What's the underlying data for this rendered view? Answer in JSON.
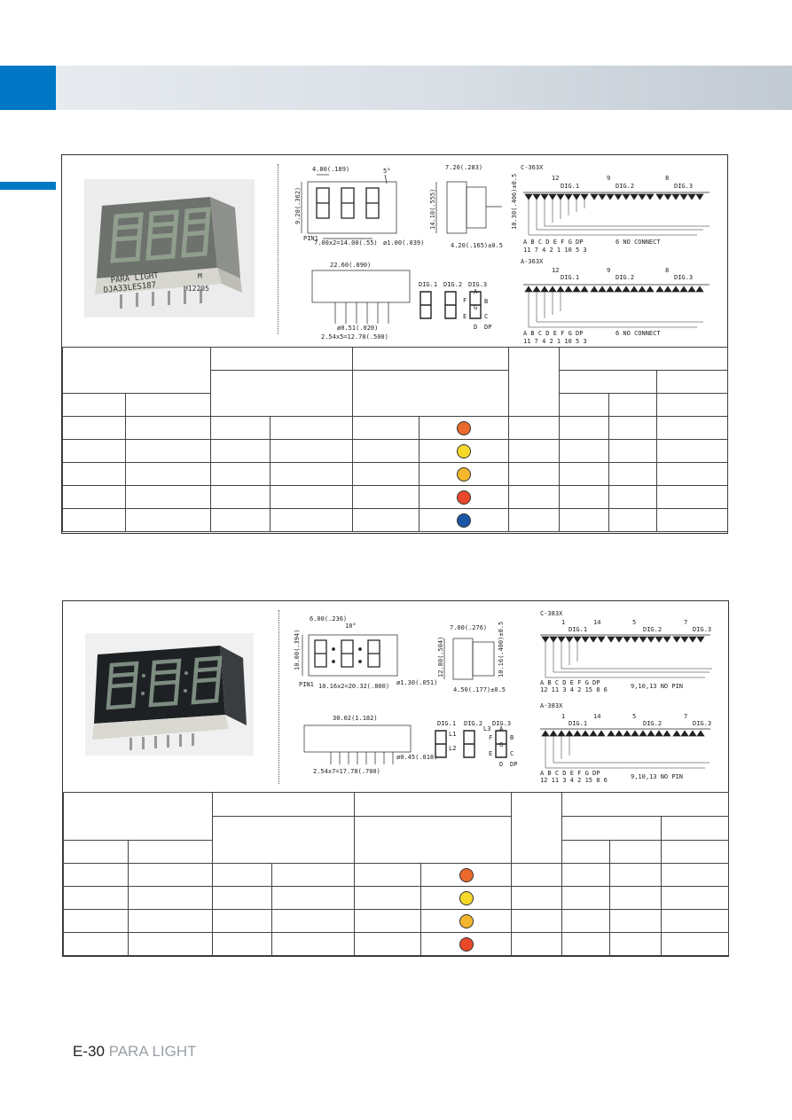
{
  "footer": {
    "page_prefix": "E-",
    "page_number": "30",
    "brand": " PARA LIGHT"
  },
  "panels": [
    {
      "photo": {
        "brand_text": "PARA LIGHT",
        "part_text": "DJA33LES187",
        "suffix": "M",
        "code": "H12205"
      },
      "dims": {
        "char_w": "4.80(.189)",
        "slant": "5°",
        "height": "9.20(.362)",
        "pitch": "7.00x2=14.00(.55)",
        "dot": "ø1.00(.039)",
        "pin1": "PIN1",
        "side_w": "7.20(.283)",
        "side_h": "14.10(.555)",
        "pin_len": "10.30(.406)±0.5",
        "standoff": "4.20(.165)±0.5",
        "body_w": "22.60(.890)",
        "pin_d": "ø0.51(.020)",
        "pin_pitch": "2.54x5=12.70(.500)"
      },
      "digits": [
        "DIG.1",
        "DIG.2",
        "DIG.3"
      ],
      "segments": [
        "A",
        "B",
        "C",
        "D",
        "E",
        "F",
        "G",
        "DP"
      ],
      "schematic": {
        "c_title": "C-363X",
        "a_title": "A-363X",
        "common_pins": [
          "12",
          "9",
          "8"
        ],
        "seg_labels": "A  B  C  D E  F  G DP",
        "seg_pins": "11 7  4  2  1 10 5  3",
        "note": "6  NO CONNECT"
      },
      "led_colors": [
        "#ea6a2d",
        "#f6d92b",
        "#f3b62c",
        "#e9482a",
        "#1a57a6"
      ]
    },
    {
      "dims": {
        "char_w": "6.00(.236)",
        "slant": "10°",
        "height": "10.00(.394)",
        "pitch": "10.16x2=20.32(.800)",
        "dot": "ø1.30(.051)",
        "pin1": "PIN1",
        "side_w": "7.00(.276)",
        "side_h": "12.80(.504)",
        "pin_len": "10.16(.400)±0.5",
        "standoff": "4.50(.177)±0.5",
        "body_w": "30.02(1.182)",
        "pin_d": "ø0.45(.018)",
        "pin_pitch": "2.54x7=17.78(.700)"
      },
      "digits": [
        "DIG.1",
        "DIG.2",
        "DIG.3"
      ],
      "segments": [
        "A",
        "B",
        "C",
        "D",
        "E",
        "F",
        "G",
        "DP"
      ],
      "colon": [
        "L1",
        "L2",
        "L3"
      ],
      "schematic": {
        "c_title": "C-383X",
        "a_title": "A-383X",
        "common_pins": [
          "1",
          "14",
          "5",
          "7"
        ],
        "seg_labels": "A B C D E F G DP",
        "seg_pins": "12 11 3 4 2 15 8 6",
        "note": "9,10,13 NO PIN"
      },
      "led_colors": [
        "#ea6a2d",
        "#f6d92b",
        "#f3b62c",
        "#e9482a"
      ]
    }
  ]
}
